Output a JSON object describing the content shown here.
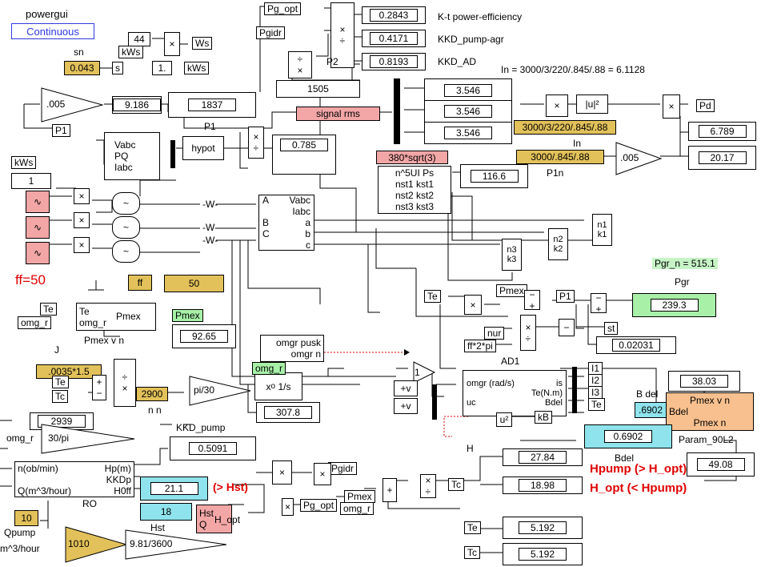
{
  "powergui": {
    "title": "powergui",
    "mode": "Continuous"
  },
  "top_displays": {
    "kt": "0.2843",
    "kkd_pump": "0.4171",
    "kkd_ad": "0.8193",
    "kt_label": "K-t power-efficiency",
    "kkd_pump_label": "KKD_pump-agr",
    "kkd_ad_label": "KKD_AD"
  },
  "tags": {
    "pg_opt": "Pg_opt",
    "pgidr": "Pgidr",
    "ws": "Ws",
    "kws": "kWs",
    "s": "s",
    "p1": "P1",
    "p2": "P2",
    "pd": "Pd",
    "te": "Te",
    "tc": "Tc",
    "omg_r": "omg_r",
    "pmex": "Pmex",
    "st": "st",
    "nur": "nur",
    "kb": "kB",
    "ff2pi": "ff*2*pi"
  },
  "constants": {
    "c44": "44",
    "c1": "1.",
    "sn": "0.043",
    "k005": ".005",
    "c1505": "1505",
    "c1b": "1",
    "ff": "50",
    "j": ".0035*1.5",
    "n2900": "2900",
    "q10": "10",
    "ro": "1010",
    "g": "9.81/3600",
    "pi30": "pi/30",
    "c30pi": "30/pi",
    "in_expr": "3000/3/220/.845/.88",
    "p1n_expr": "3000/.845/.88",
    "k005b": ".005",
    "sqrt3": "380*sqrt(3)",
    "signal_rms": "signal rms",
    "u2": "|u|²"
  },
  "labels": {
    "sn": "sn",
    "ff_eq": "ff=50",
    "in_eq": "In = 3000/3/220/.845/.88 = 6.1128",
    "in": "In",
    "p1n": "P1n",
    "pgr_n": "Pgr_n = 515.1",
    "pgr": "Pgr",
    "j": "J",
    "n_n": "n n",
    "kkd_pump": "KKD_pump",
    "ro": "RO",
    "qpump": "Qpump",
    "qunit": "m^3/hour",
    "hst_note": "(> Hst)",
    "hpump": "Hpump (> H_opt)",
    "hopt": "H_opt  (< Hpump)",
    "h": "H",
    "hst": "Hst",
    "ad1": "AD1",
    "bdel": "Bdel",
    "b_del": "B del",
    "param": "Param_90L2",
    "pmex_vn": "Pmex v n",
    "p1": "P1",
    "hypot": "hypot",
    "vabc": "Vabc",
    "pq": "PQ",
    "iabc": "Iabc",
    "omgr_pusk": "omgr pusk",
    "omgr_n": "omgr n",
    "integ": "1/s",
    "ad_in1": "omgr (rad/s)",
    "ad_in2": "Te(N.m)",
    "ad_uc": "uc",
    "ad_is": "is",
    "ad_bdel": "Bdel",
    "meas_a": "A",
    "meas_b": "B",
    "meas_c": "C",
    "meas_vabc": "Vabc",
    "meas_iabc": "Iabc",
    "meas_a2": "a",
    "meas_b2": "b",
    "meas_c2": "c",
    "nst0": "n^5UI Ps",
    "nst1": "nst1 kst1",
    "nst2": "nst2 kst2",
    "nst3": "nst3 kst3",
    "n1": "n1",
    "k1": "k1",
    "n2": "n2",
    "k2": "k2",
    "n3": "n3",
    "k3": "k3",
    "i1": "I1",
    "i2": "I2",
    "i3": "I3",
    "te_out": "Te",
    "pump_in1": "n(ob/min)",
    "pump_in2": "Q(m^3/hour)",
    "pump_out1": "Hp(m)",
    "pump_out2": "KKDp",
    "pump_out3": "H0ff",
    "hq_hst": "Hst",
    "hq_q": "Q",
    "hq_hopt": "H_opt",
    "pmexvn_te": "Te",
    "pmexvn_omg": "omg_r",
    "pmexvn_out": "Pmex",
    "param_pmex": "Pmex v n",
    "param_bdel": "Bdel",
    "param_pmexn": "Pmex n",
    "x0": "x",
    "omg_r_tag": "omg_r"
  },
  "displays": {
    "d9186": "9.186",
    "d1837": "1837",
    "d0785": "0.785",
    "d35461": "3.546",
    "d35462": "3.546",
    "d35463": "3.546",
    "d1166": "116.6",
    "d6789": "6.789",
    "d2017": "20.17",
    "d9265": "92.65",
    "d2393": "239.3",
    "d002031": "0.02031",
    "d3803": "38.03",
    "d6902s": ".6902",
    "d6902": "0.6902",
    "d4908": "49.08",
    "d2939": "2939",
    "d3078": "307.8",
    "d05091": "0.5091",
    "d211": "21.1",
    "d18": "18",
    "d2784": "27.84",
    "d1898": "18.98",
    "d5192a": "5.192",
    "d5192b": "5.192",
    "d50": "50"
  },
  "colors": {
    "accent_red": "#e00000",
    "yellow": "#e2c15a",
    "cyan": "#8fe3ec",
    "green": "#a8f0a8",
    "pink": "#f2a6a6",
    "salmon": "#f8c08e"
  }
}
